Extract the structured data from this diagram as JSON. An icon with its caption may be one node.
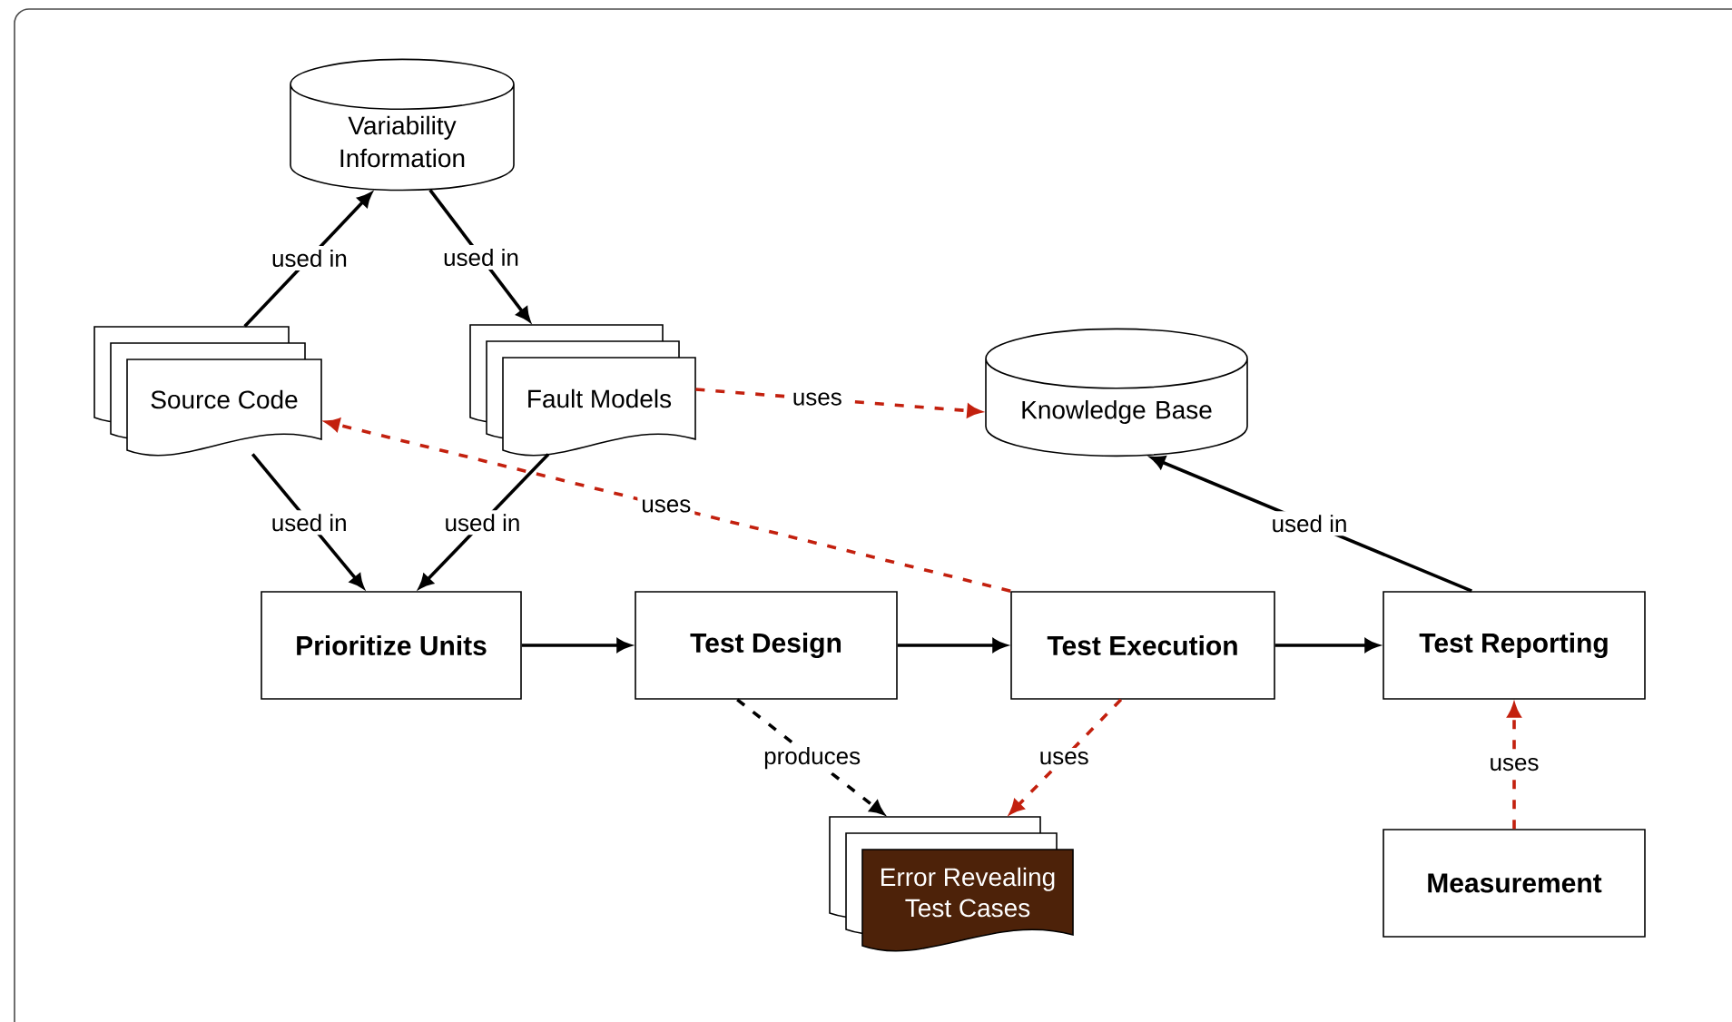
{
  "diagram": {
    "nodes": [
      {
        "text": [
          "Variability Information"
        ]
      },
      {
        "text": [
          "Source Code"
        ]
      },
      {
        "text": [
          "Fault Models"
        ]
      },
      {
        "text": [
          "Knowledge Base"
        ]
      },
      {
        "text": [
          "Prioritize Units"
        ]
      },
      {
        "text": [
          "Test Design"
        ]
      },
      {
        "text": [
          "Test Execution"
        ]
      },
      {
        "text": [
          "Test Reporting"
        ]
      },
      {
        "text": [
          "Error Revealing Test Cases"
        ]
      },
      {
        "text": [
          "Measurement"
        ]
      }
    ],
    "edges": [
      {
        "from": 1,
        "to": 0,
        "arrow": "to",
        "label": "used in"
      },
      {
        "from": 0,
        "to": 2,
        "arrow": "to",
        "label": "used in"
      },
      {
        "from": 1,
        "to": 4,
        "arrow": "to",
        "label": "used in"
      },
      {
        "from": 2,
        "to": 4,
        "arrow": "to",
        "label": "used in"
      },
      {
        "from": 2,
        "to": 3,
        "arrow": "to",
        "label": "uses",
        "style": "dashed",
        "color": "#c3200e"
      },
      {
        "from": 6,
        "to": 1,
        "arrow": "to",
        "label": "uses",
        "style": "dashed",
        "color": "#c3200e"
      },
      {
        "from": 4,
        "to": 5,
        "arrow": "to"
      },
      {
        "from": 5,
        "to": 6,
        "arrow": "to"
      },
      {
        "from": 6,
        "to": 7,
        "arrow": "to"
      },
      {
        "from": 7,
        "to": 3,
        "arrow": "to",
        "label": "used in"
      },
      {
        "from": 5,
        "to": 8,
        "arrow": "to",
        "label": "produces",
        "style": "dashed"
      },
      {
        "from": 6,
        "to": 8,
        "arrow": "to",
        "label": "uses",
        "style": "dashed",
        "color": "#c3200e"
      },
      {
        "from": 9,
        "to": 7,
        "arrow": "to",
        "label": "uses",
        "style": "dashed",
        "color": "#c3200e"
      }
    ]
  }
}
